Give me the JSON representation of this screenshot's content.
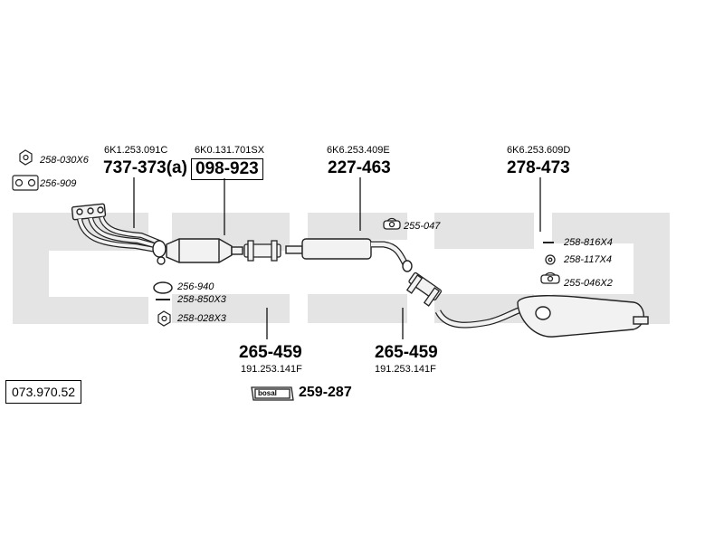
{
  "reference_number": "073.970.52",
  "watermark_brand": "bosal",
  "colors": {
    "watermark": "#e4e4e4",
    "line": "#000000",
    "part_fill": "#f2f2f2",
    "part_stroke": "#222222"
  },
  "hardware": {
    "nut_top": "258-030X6",
    "clamp_top": "256-909",
    "gasket_mid": "256-940",
    "bolt_mid": "258-850X3",
    "nut_mid": "258-028X3",
    "rubber_mount_1": "255-047",
    "bolt_right": "258-816X4",
    "washer_right": "258-117X4",
    "rubber_mount_2": "255-046X2"
  },
  "parts": {
    "manifold": {
      "oe": "6K1.253.091C",
      "number": "737-373(a)"
    },
    "catalyst": {
      "oe": "6K0.131.701SX",
      "number": "098-923"
    },
    "middle_silencer": {
      "oe": "6K6.253.409E",
      "number": "227-463"
    },
    "rear_silencer": {
      "oe": "6K6.253.609D",
      "number": "278-473"
    },
    "clamp_1": {
      "number": "265-459",
      "oe": "191.253.141F"
    },
    "clamp_2": {
      "number": "265-459",
      "oe": "191.253.141F"
    },
    "assembly_kit": {
      "number": "259-287",
      "badge": "bosal"
    }
  }
}
